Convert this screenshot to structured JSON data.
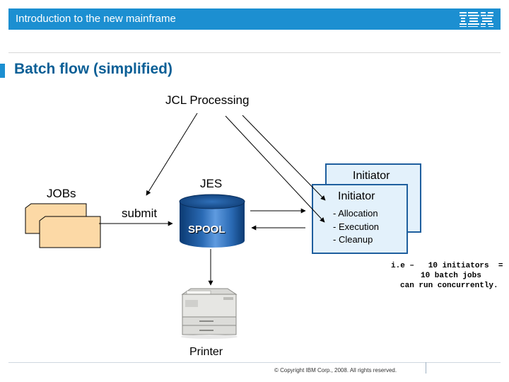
{
  "header": {
    "title": "Introduction to the new mainframe",
    "logo": "IBM"
  },
  "slide": {
    "title": "Batch flow (simplified)"
  },
  "diagram": {
    "jcl_processing": "JCL Processing",
    "jes": "JES",
    "jobs": "JOBs",
    "submit": "submit",
    "spool": "SPOOL",
    "initiator_back": "Initiator",
    "initiator_front": "Initiator",
    "steps": [
      "- Allocation",
      "- Execution",
      "- Cleanup"
    ],
    "printer": "Printer",
    "note_lines": [
      "i.e –   10 initiators  =",
      "10 batch jobs",
      "can run concurrently."
    ]
  },
  "footer": {
    "copyright": "© Copyright IBM Corp., 2008. All rights reserved."
  },
  "colors": {
    "header_blue": "#1c8fd1",
    "title_blue": "#0b5f96",
    "job_card": "#fcd9a6",
    "initiator_fill": "#e3f1fb",
    "initiator_border": "#2a6fb0",
    "spool_dark": "#0d3f7a"
  }
}
